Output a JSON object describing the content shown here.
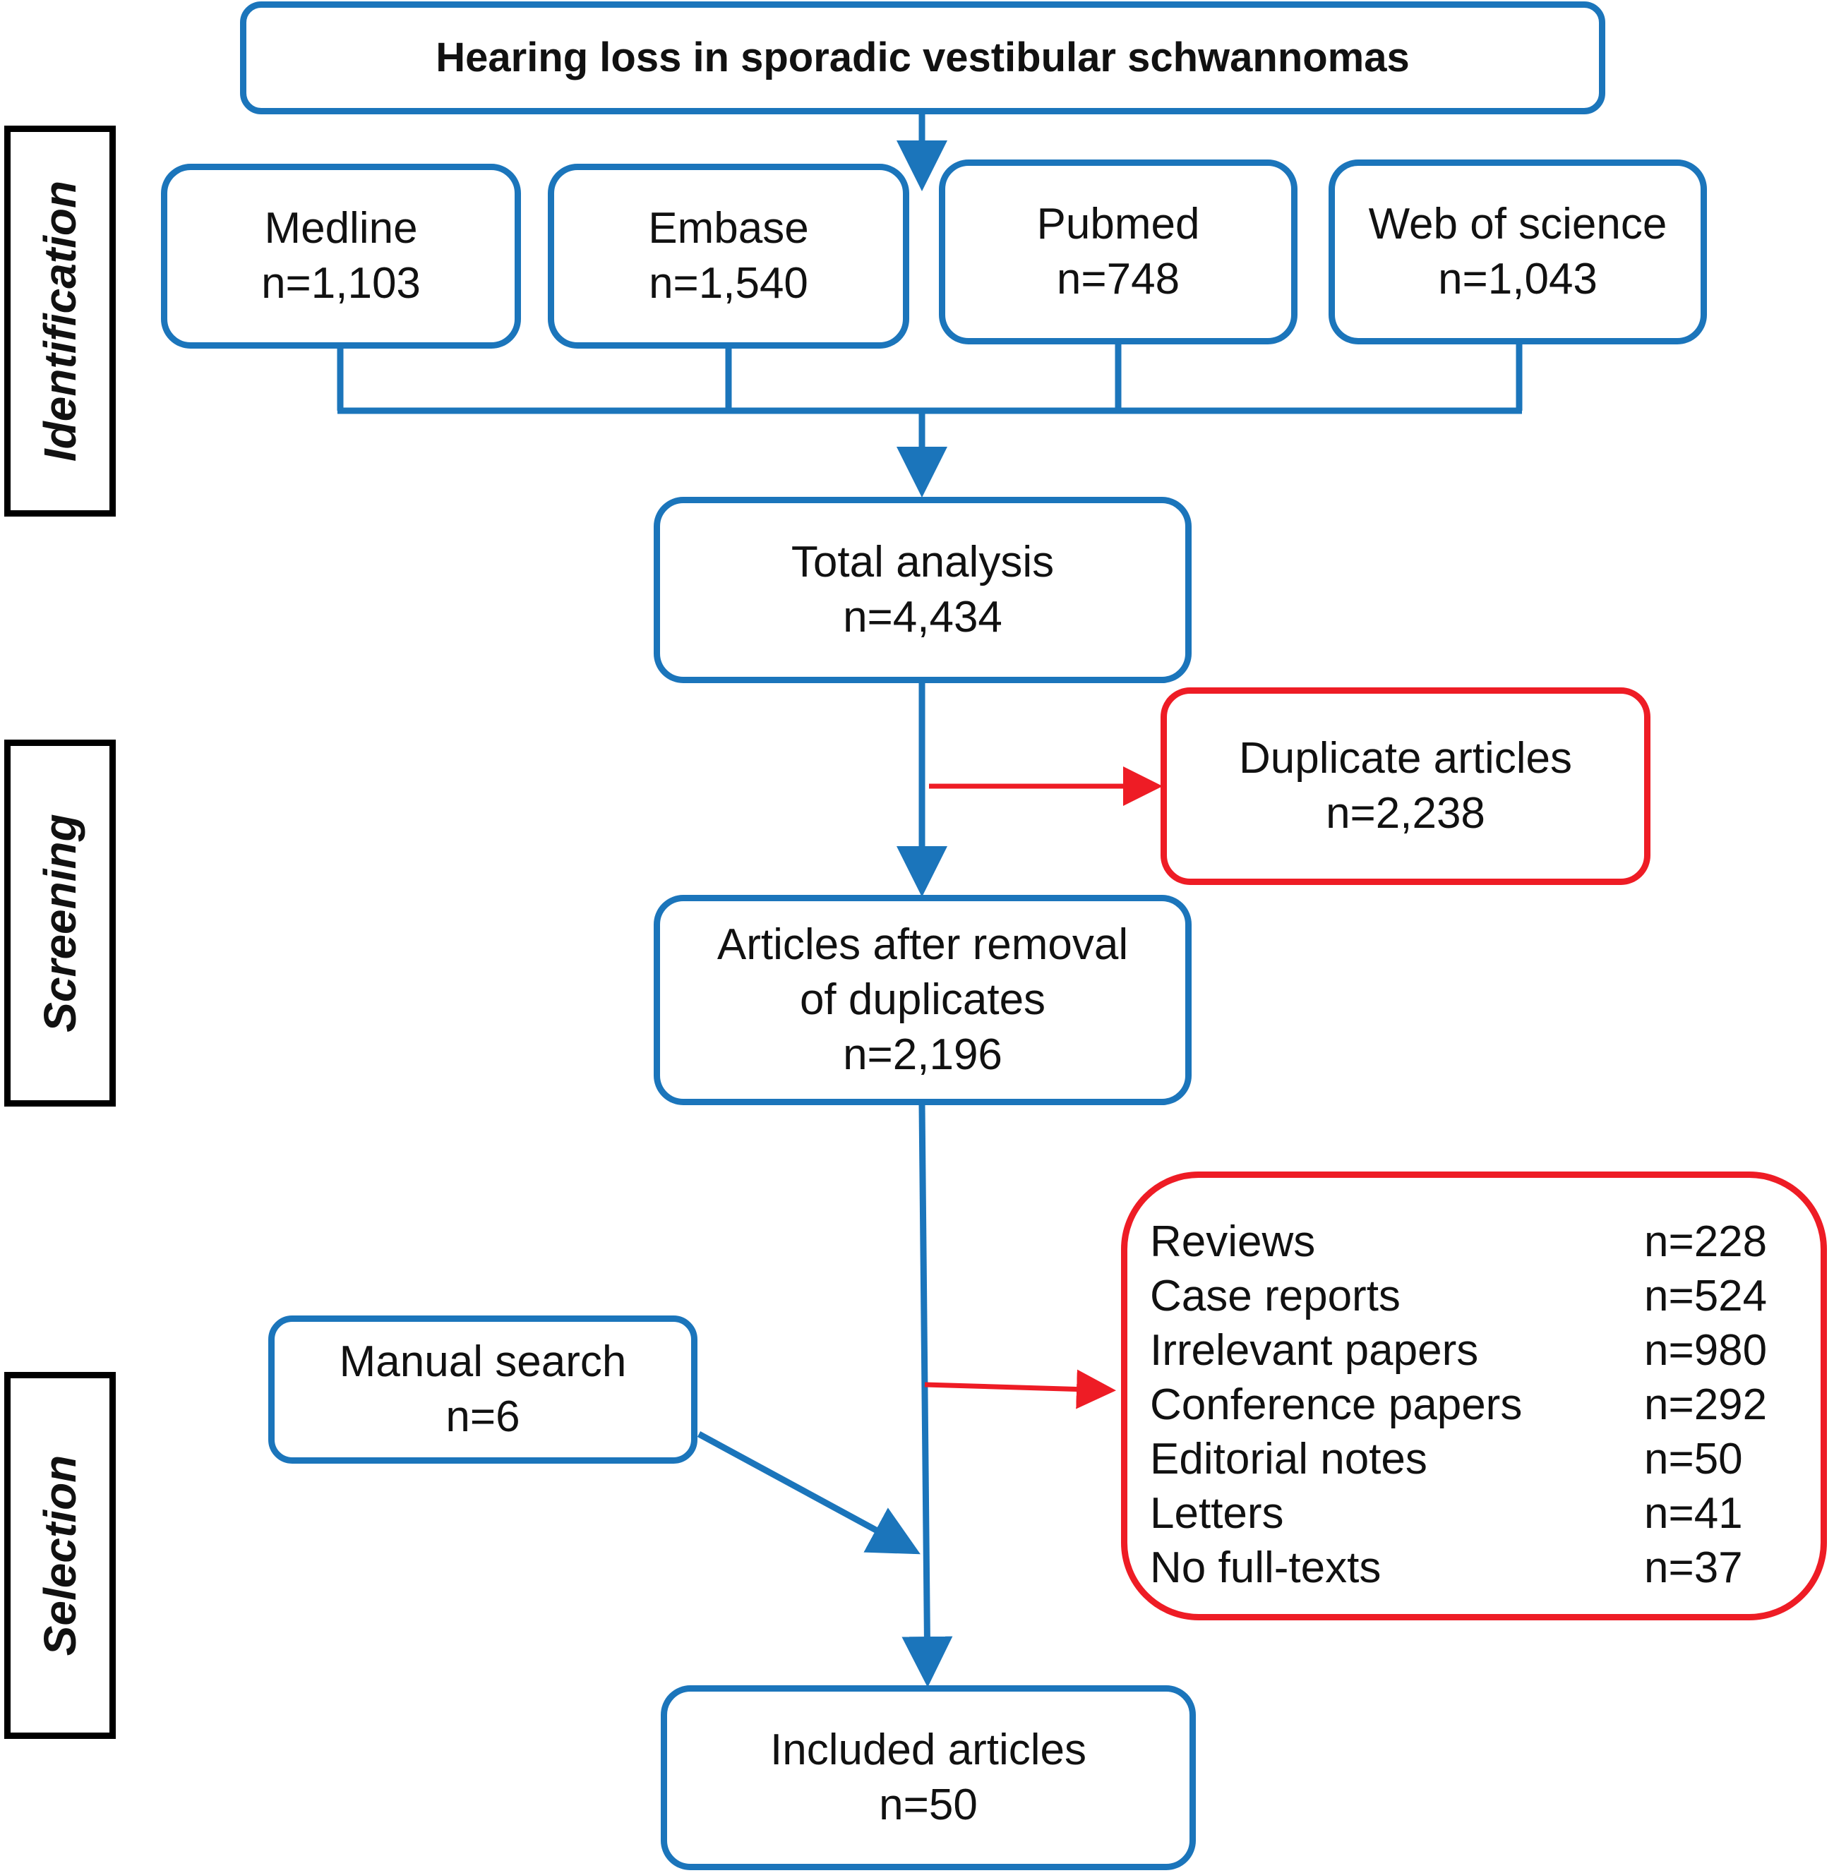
{
  "title": "Hearing loss in sporadic vestibular schwannomas",
  "stages": {
    "identification": "Identification",
    "screening": "Screening",
    "selection": "Selection"
  },
  "sources": [
    {
      "name": "Medline",
      "count": "n=1,103"
    },
    {
      "name": "Embase",
      "count": "n=1,540"
    },
    {
      "name": "Pubmed",
      "count": "n=748"
    },
    {
      "name": "Web of science",
      "count": "n=1,043"
    }
  ],
  "total": {
    "label": "Total analysis",
    "count": "n=4,434"
  },
  "duplicates": {
    "label": "Duplicate articles",
    "count": "n=2,238"
  },
  "after_removal": {
    "line1": "Articles after removal",
    "line2": "of duplicates",
    "count": "n=2,196"
  },
  "manual": {
    "label": "Manual search",
    "count": "n=6"
  },
  "exclusions": [
    {
      "label": "Reviews",
      "count": "n=228"
    },
    {
      "label": "Case reports",
      "count": "n=524"
    },
    {
      "label": "Irrelevant papers",
      "count": "n=980"
    },
    {
      "label": "Conference papers",
      "count": "n=292"
    },
    {
      "label": "Editorial notes",
      "count": "n=50"
    },
    {
      "label": "Letters",
      "count": "n=41"
    },
    {
      "label": "No full-texts",
      "count": "n=37"
    }
  ],
  "included": {
    "label": "Included articles",
    "count": "n=50"
  },
  "colors": {
    "blue": "#1b75bb",
    "red": "#ee1c25",
    "stage_border": "#000000"
  }
}
